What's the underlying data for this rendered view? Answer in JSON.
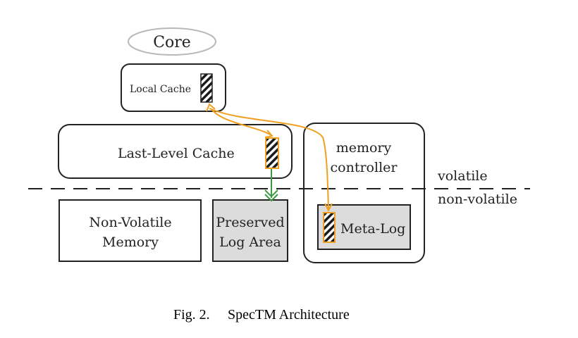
{
  "diagram": {
    "core_label": "Core",
    "local_cache_label": "Local Cache",
    "llc_label": "Last-Level Cache",
    "memory_controller_label_line1": "memory",
    "memory_controller_label_line2": "controller",
    "volatile_label": "volatile",
    "non_volatile_label": "non-volatile",
    "nvm_label_line1": "Non-Volatile",
    "nvm_label_line2": "Memory",
    "preserved_label_line1": "Preserved",
    "preserved_label_line2": "Log Area",
    "meta_log_label": "Meta-Log"
  },
  "caption": {
    "fig_label": "Fig. 2.",
    "title": "SpecTM Architecture"
  },
  "colors": {
    "orange_arrow": "#f0a020",
    "green_arrow": "#3c9a40",
    "shaded_fill": "#dcdcdc",
    "core_outline": "#b8b8b8"
  }
}
